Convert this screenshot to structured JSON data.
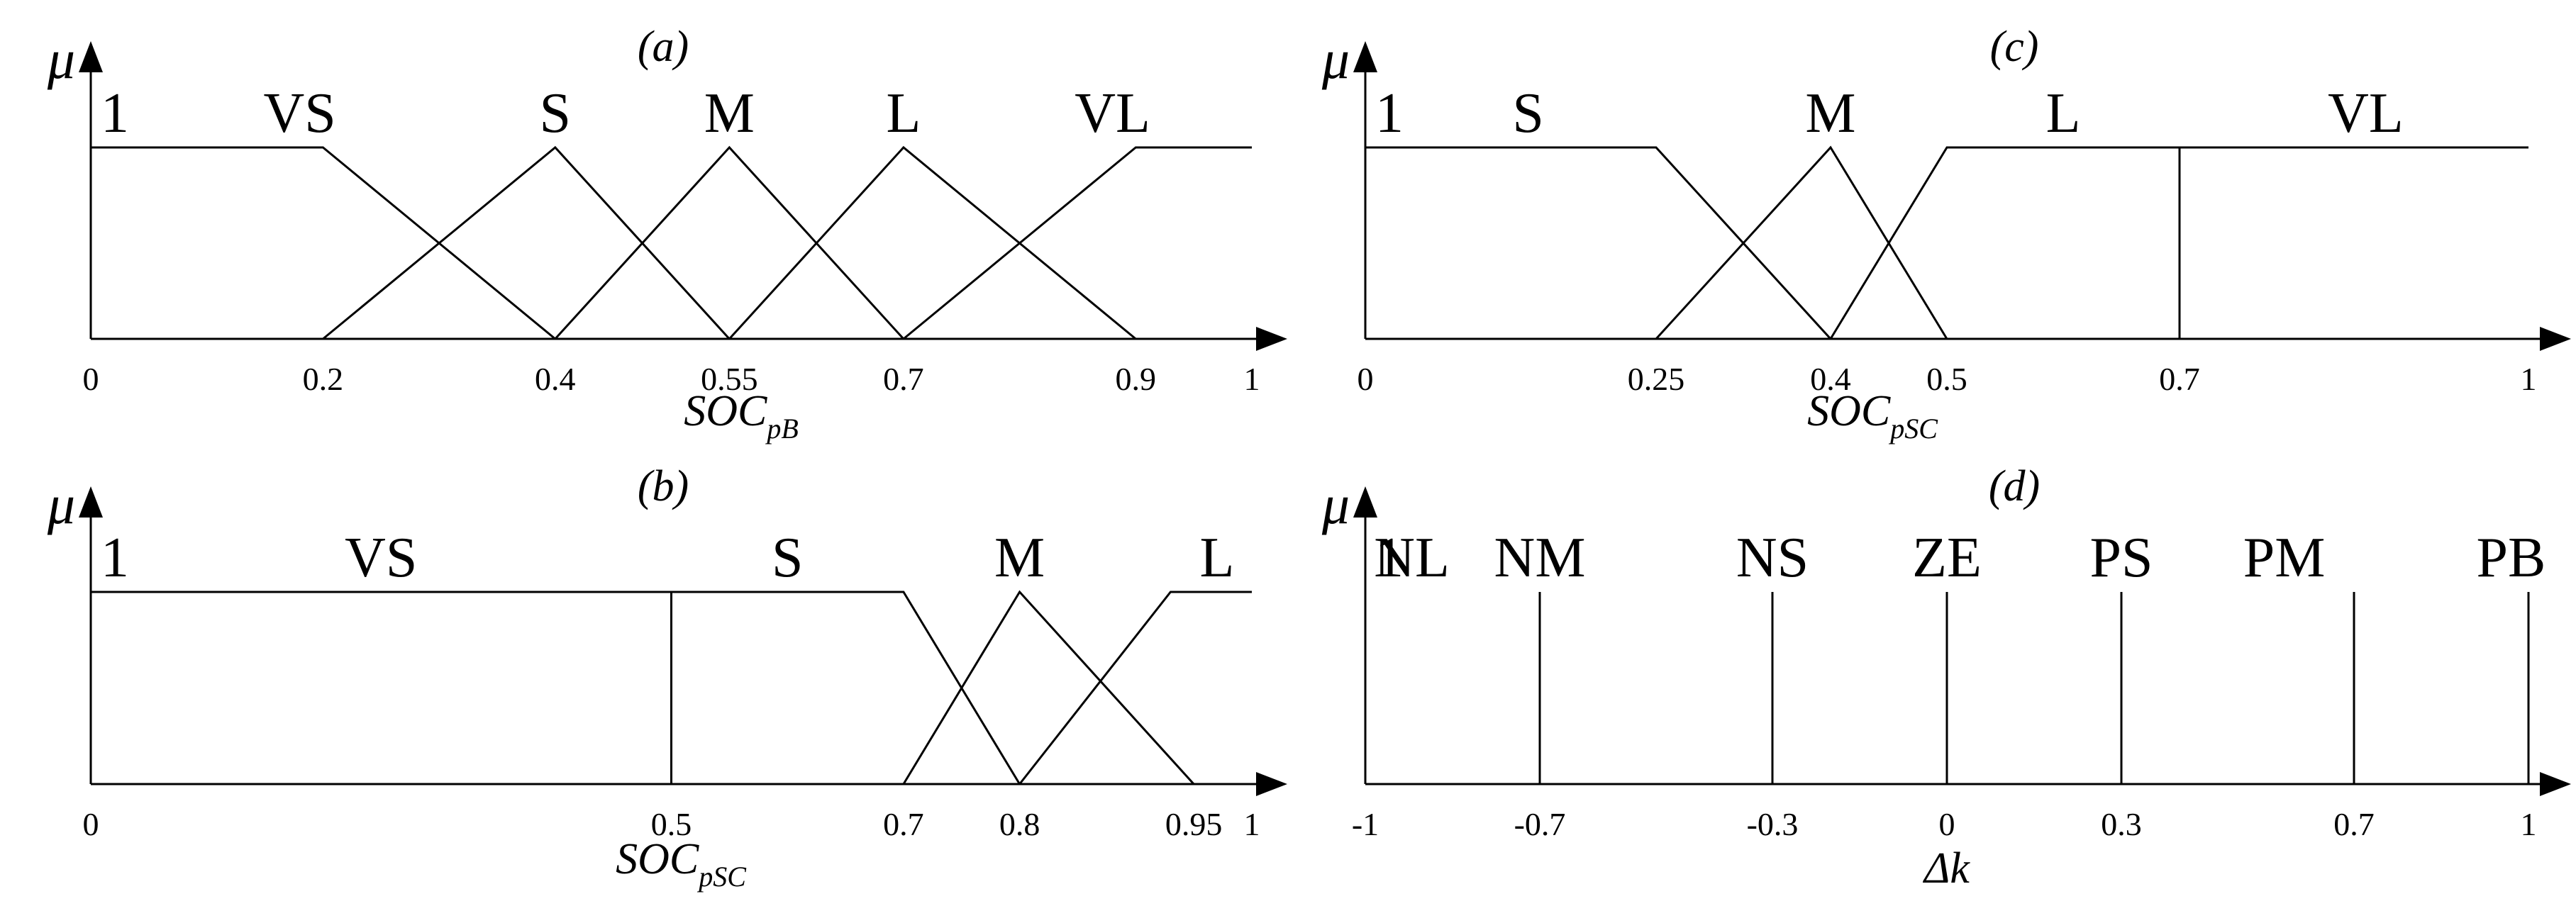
{
  "panels": [
    {
      "id": "a",
      "tag": "(a)",
      "y_label": "μ",
      "y_one": "1",
      "x_label": {
        "main": "SOC",
        "sub": "pB"
      },
      "x_range": [
        0,
        1
      ],
      "ticks": [
        {
          "value": 0,
          "label": "0"
        },
        {
          "value": 0.2,
          "label": "0.2"
        },
        {
          "value": 0.4,
          "label": "0.4"
        },
        {
          "value": 0.55,
          "label": "0.55"
        },
        {
          "value": 0.7,
          "label": "0.7"
        },
        {
          "value": 0.9,
          "label": "0.9"
        },
        {
          "value": 1,
          "label": "1"
        }
      ],
      "sets": [
        {
          "label": "VS",
          "label_at": 0.18,
          "points": [
            [
              0,
              1
            ],
            [
              0.2,
              1
            ],
            [
              0.4,
              0
            ]
          ]
        },
        {
          "label": "S",
          "label_at": 0.4,
          "points": [
            [
              0.2,
              0
            ],
            [
              0.4,
              1
            ],
            [
              0.55,
              0
            ]
          ]
        },
        {
          "label": "M",
          "label_at": 0.55,
          "points": [
            [
              0.4,
              0
            ],
            [
              0.55,
              1
            ],
            [
              0.7,
              0
            ]
          ]
        },
        {
          "label": "L",
          "label_at": 0.7,
          "points": [
            [
              0.55,
              0
            ],
            [
              0.7,
              1
            ],
            [
              0.9,
              0
            ]
          ]
        },
        {
          "label": "VL",
          "label_at": 0.88,
          "points": [
            [
              0.7,
              0
            ],
            [
              0.9,
              1
            ],
            [
              1,
              1
            ]
          ]
        }
      ]
    },
    {
      "id": "b",
      "tag": "(b)",
      "y_label": "μ",
      "y_one": "1",
      "x_label": {
        "main": "SOC",
        "sub": "pSC"
      },
      "x_range": [
        0,
        1
      ],
      "ticks": [
        {
          "value": 0,
          "label": "0"
        },
        {
          "value": 0.5,
          "label": "0.5"
        },
        {
          "value": 0.7,
          "label": "0.7"
        },
        {
          "value": 0.8,
          "label": "0.8"
        },
        {
          "value": 0.95,
          "label": "0.95"
        },
        {
          "value": 1,
          "label": "1"
        }
      ],
      "sets": [
        {
          "label": "VS",
          "label_at": 0.25,
          "points": [
            [
              0,
              1
            ],
            [
              0.5,
              1
            ]
          ]
        },
        {
          "label": "S",
          "label_at": 0.6,
          "points": [
            [
              0.5,
              0
            ],
            [
              0.5,
              1
            ],
            [
              0.7,
              1
            ],
            [
              0.8,
              0
            ]
          ]
        },
        {
          "label": "M",
          "label_at": 0.8,
          "points": [
            [
              0.7,
              0
            ],
            [
              0.8,
              1
            ],
            [
              0.95,
              0
            ]
          ]
        },
        {
          "label": "L",
          "label_at": 0.97,
          "points": [
            [
              0.8,
              0
            ],
            [
              0.93,
              1
            ],
            [
              1,
              1
            ]
          ]
        }
      ]
    },
    {
      "id": "c",
      "tag": "(c)",
      "y_label": "μ",
      "y_one": "1",
      "x_label": {
        "main": "SOC",
        "sub": "pSC"
      },
      "x_range": [
        0,
        1
      ],
      "ticks": [
        {
          "value": 0,
          "label": "0"
        },
        {
          "value": 0.25,
          "label": "0.25"
        },
        {
          "value": 0.4,
          "label": "0.4"
        },
        {
          "value": 0.5,
          "label": "0.5"
        },
        {
          "value": 0.7,
          "label": "0.7"
        },
        {
          "value": 1,
          "label": "1"
        }
      ],
      "sets": [
        {
          "label": "S",
          "label_at": 0.14,
          "points": [
            [
              0,
              1
            ],
            [
              0.25,
              1
            ],
            [
              0.4,
              0
            ]
          ]
        },
        {
          "label": "M",
          "label_at": 0.4,
          "points": [
            [
              0.25,
              0
            ],
            [
              0.4,
              1
            ],
            [
              0.5,
              0
            ]
          ]
        },
        {
          "label": "L",
          "label_at": 0.6,
          "points": [
            [
              0.4,
              0
            ],
            [
              0.5,
              1
            ],
            [
              0.7,
              1
            ]
          ]
        },
        {
          "label": "VL",
          "label_at": 0.86,
          "points": [
            [
              0.7,
              0
            ],
            [
              0.7,
              1
            ],
            [
              1,
              1
            ]
          ]
        }
      ]
    },
    {
      "id": "d",
      "tag": "(d)",
      "y_label": "μ",
      "y_one": "1",
      "x_label": {
        "main": "Δk",
        "sub": ""
      },
      "x_range": [
        -1,
        1
      ],
      "ticks": [
        {
          "value": -1,
          "label": "-1"
        },
        {
          "value": -0.7,
          "label": "-0.7"
        },
        {
          "value": -0.3,
          "label": "-0.3"
        },
        {
          "value": 0,
          "label": "0"
        },
        {
          "value": 0.3,
          "label": "0.3"
        },
        {
          "value": 0.7,
          "label": "0.7"
        },
        {
          "value": 1,
          "label": "1"
        }
      ],
      "sets": [
        {
          "label": "NL",
          "label_at": -0.92,
          "points": [
            [
              -1,
              0
            ],
            [
              -1,
              1
            ]
          ]
        },
        {
          "label": "NM",
          "label_at": -0.7,
          "points": [
            [
              -0.7,
              0
            ],
            [
              -0.7,
              1
            ]
          ]
        },
        {
          "label": "NS",
          "label_at": -0.3,
          "points": [
            [
              -0.3,
              0
            ],
            [
              -0.3,
              1
            ]
          ]
        },
        {
          "label": "ZE",
          "label_at": 0,
          "points": [
            [
              0,
              0
            ],
            [
              0,
              1
            ]
          ]
        },
        {
          "label": "PS",
          "label_at": 0.3,
          "points": [
            [
              0.3,
              0
            ],
            [
              0.3,
              1
            ]
          ]
        },
        {
          "label": "PM",
          "label_at": 0.58,
          "points": [
            [
              0.7,
              0
            ],
            [
              0.7,
              1
            ]
          ]
        },
        {
          "label": "PB",
          "label_at": 0.97,
          "points": [
            [
              1,
              0
            ],
            [
              1,
              1
            ]
          ]
        }
      ]
    }
  ]
}
